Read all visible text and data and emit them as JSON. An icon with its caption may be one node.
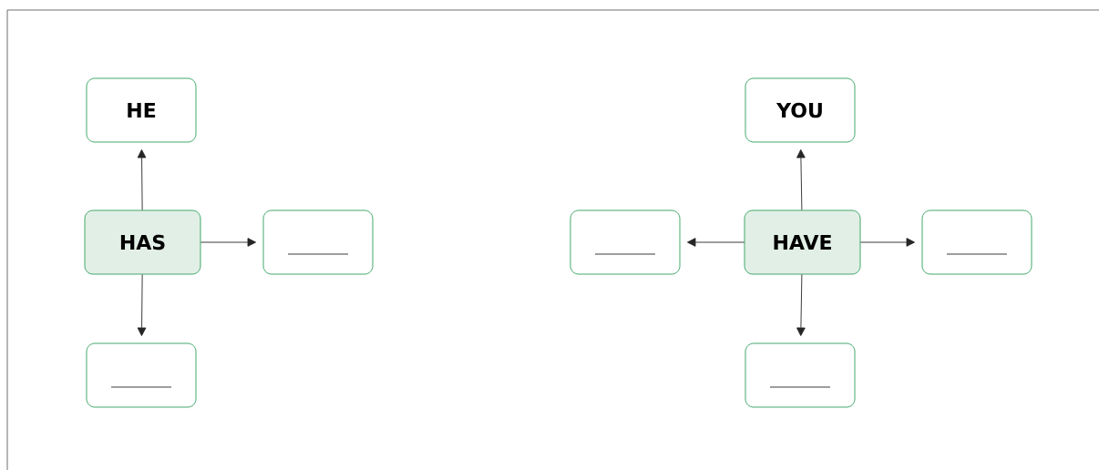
{
  "diagram": {
    "nodes": [
      {
        "text": [
          "HE"
        ]
      },
      {
        "text": [
          "HAS"
        ]
      },
      {
        "text": [],
        "shape": "box"
      },
      {
        "text": [],
        "shape": "box"
      },
      {
        "text": [
          "YOU"
        ]
      },
      {
        "text": [],
        "shape": "box"
      },
      {
        "text": [
          "HAVE"
        ]
      },
      {
        "text": [],
        "shape": "box"
      },
      {
        "text": [],
        "shape": "box"
      }
    ],
    "edges": [
      {
        "from": 1,
        "to": 0,
        "arrow": "to"
      },
      {
        "from": 1,
        "to": 2,
        "arrow": "to"
      },
      {
        "from": 1,
        "to": 3,
        "arrow": "to"
      },
      {
        "from": 6,
        "to": 4,
        "arrow": "to"
      },
      {
        "from": 6,
        "to": 5,
        "arrow": "to"
      },
      {
        "from": 6,
        "to": 7,
        "arrow": "to"
      },
      {
        "from": 6,
        "to": 8,
        "arrow": "to"
      }
    ]
  }
}
